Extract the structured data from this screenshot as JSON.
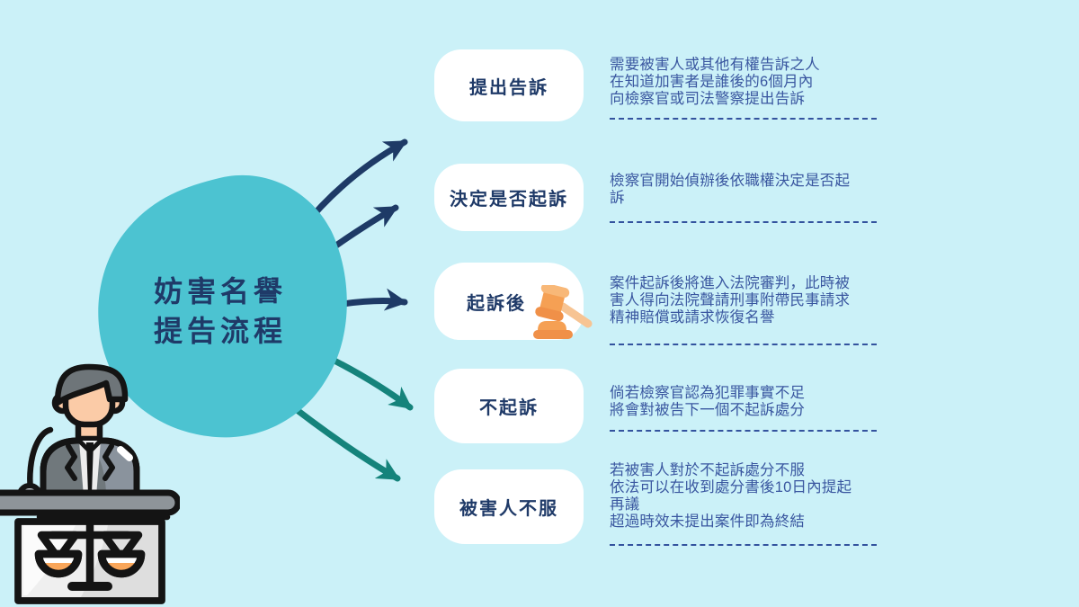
{
  "page": {
    "background": "#CBF1F8"
  },
  "center": {
    "title_line1": "妨害名譽",
    "title_line2": "提告流程"
  },
  "steps": [
    {
      "label": "提出告訴",
      "desc_lines": [
        "需要被害人或其他有權告訴之人",
        "在知道加害者是誰後的6個月內",
        "向檢察官或司法警察提出告訴"
      ]
    },
    {
      "label": "決定是否起訴",
      "desc_lines": [
        "檢察官開始偵辦後依職權決定是否起",
        "訴"
      ]
    },
    {
      "label": "起訴後",
      "icon": "gavel-icon",
      "desc_lines": [
        "案件起訴後將進入法院審判，此時被",
        "害人得向法院聲請刑事附帶民事請求",
        "精神賠償或請求恢復名譽"
      ]
    },
    {
      "label": "不起訴",
      "desc_lines": [
        "倘若檢察官認為犯罪事實不足",
        "將會對被告下一個不起訴處分"
      ]
    },
    {
      "label": "被害人不服",
      "desc_lines": [
        "若被害人對於不起訴處分不服",
        "依法可以在收到處分書後10日內提起",
        "再議",
        "超過時效未提出案件即為終結"
      ]
    }
  ],
  "icons": {
    "gavel": "gavel-icon",
    "judge": "judge-at-podium-illustration",
    "scales": "scales-of-justice-icon",
    "microphone": "microphone-icon"
  },
  "colors": {
    "background": "#CBF1F8",
    "blob": "#4CC3D1",
    "heading_text": "#1F3A68",
    "body_text": "#3A57A0",
    "separator": "#33539E",
    "arrow_navy": "#1E3A66",
    "arrow_teal": "#15837B",
    "box_fill": "#FFFFFF",
    "gavel_orange": "#F5A054"
  }
}
